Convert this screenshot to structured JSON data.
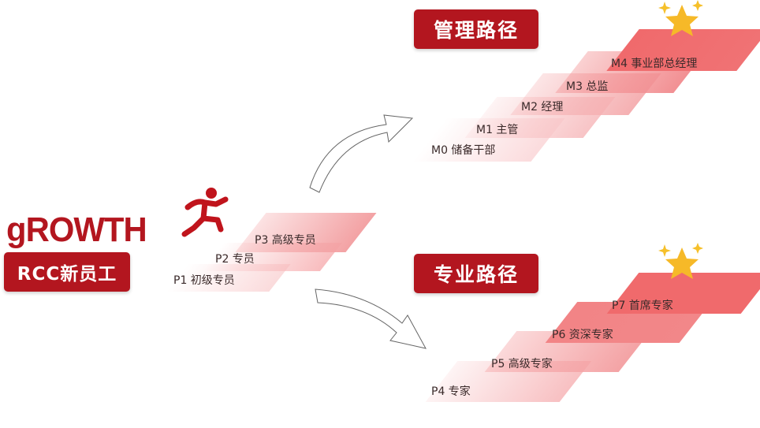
{
  "logo": {
    "growth": "gROWTH",
    "badge": "RCC新员工"
  },
  "start_steps": [
    "P1 初级专员",
    "P2 专员",
    "P3 高级专员"
  ],
  "management": {
    "title": "管理路径",
    "steps": [
      "M0 储备干部",
      "M1 主管",
      "M2 经理",
      "M3 总监",
      "M4 事业部总经理"
    ]
  },
  "professional": {
    "title": "专业路径",
    "steps": [
      "P4 专家",
      "P5 高级专家",
      "P6 资深专家",
      "P7 首席专家"
    ]
  },
  "colors": {
    "brand": "#b3161f",
    "step": "#f06a6c"
  }
}
